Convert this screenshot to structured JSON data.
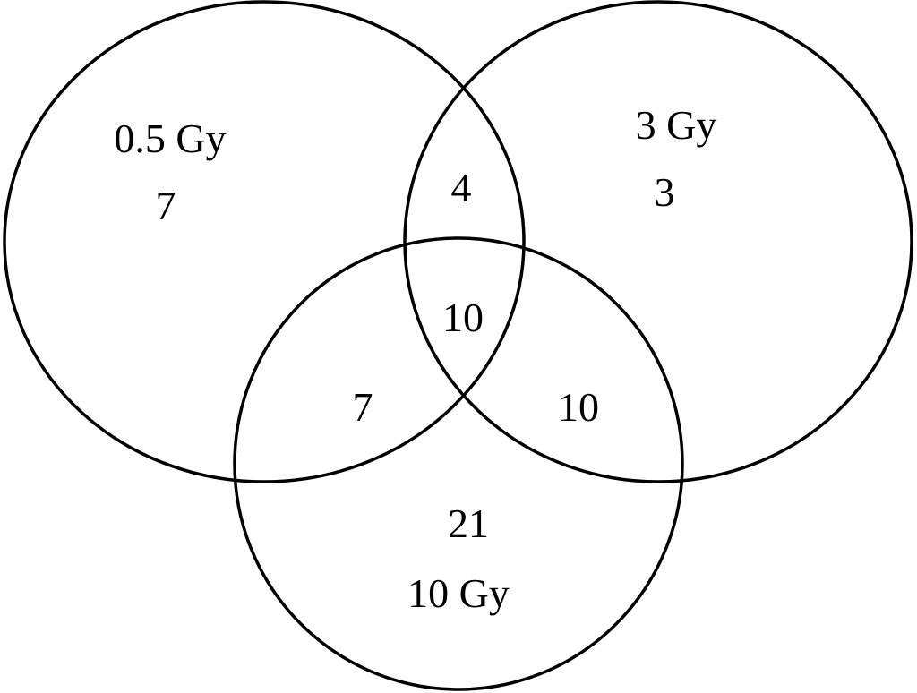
{
  "sets": [
    {
      "id": "A",
      "label": "0.5 Gy"
    },
    {
      "id": "B",
      "label": "3 Gy"
    },
    {
      "id": "C",
      "label": "10 Gy"
    }
  ],
  "regions": {
    "A_only": "7",
    "B_only": "3",
    "C_only": "21",
    "A_B": "4",
    "A_C": "7",
    "B_C": "10",
    "A_B_C": "10"
  },
  "colors": {
    "stroke": "#000000",
    "background": "#ffffff",
    "text": "#000000"
  }
}
